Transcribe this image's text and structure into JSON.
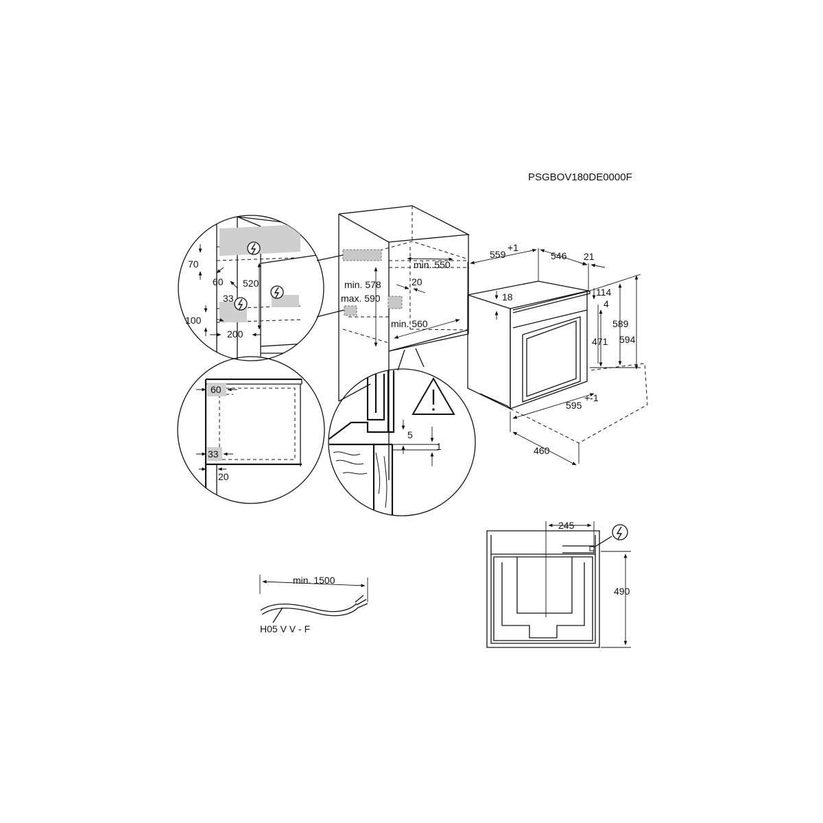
{
  "model_code": "PSGBOV180DE0000F",
  "cabinet": {
    "min_depth": "min. 550",
    "height_min": "min. 578",
    "height_max": "max. 590",
    "gap": "20",
    "min_width": "min. 560"
  },
  "detail_top": {
    "d70": "70",
    "d60": "60",
    "d520": "520",
    "d33": "33",
    "d100": "100",
    "d200": "200"
  },
  "detail_side": {
    "d60": "60",
    "d33": "33",
    "d20": "20"
  },
  "detail_gap": {
    "d5": "5",
    "d1": "1"
  },
  "oven": {
    "depth_total": "559",
    "depth_total_tol": "+1",
    "depth_body": "546",
    "front": "21",
    "top_18": "18",
    "d114": "114",
    "d4": "4",
    "h471": "471",
    "h589": "589",
    "h594": "594",
    "width": "595",
    "width_tol": "+-1",
    "d460": "460"
  },
  "back_view": {
    "d245": "245",
    "d490": "490"
  },
  "cable": {
    "length": "min. 1500",
    "type": "H05 V V - F"
  },
  "icons": [
    "electric-connection-icon",
    "warning-icon"
  ]
}
